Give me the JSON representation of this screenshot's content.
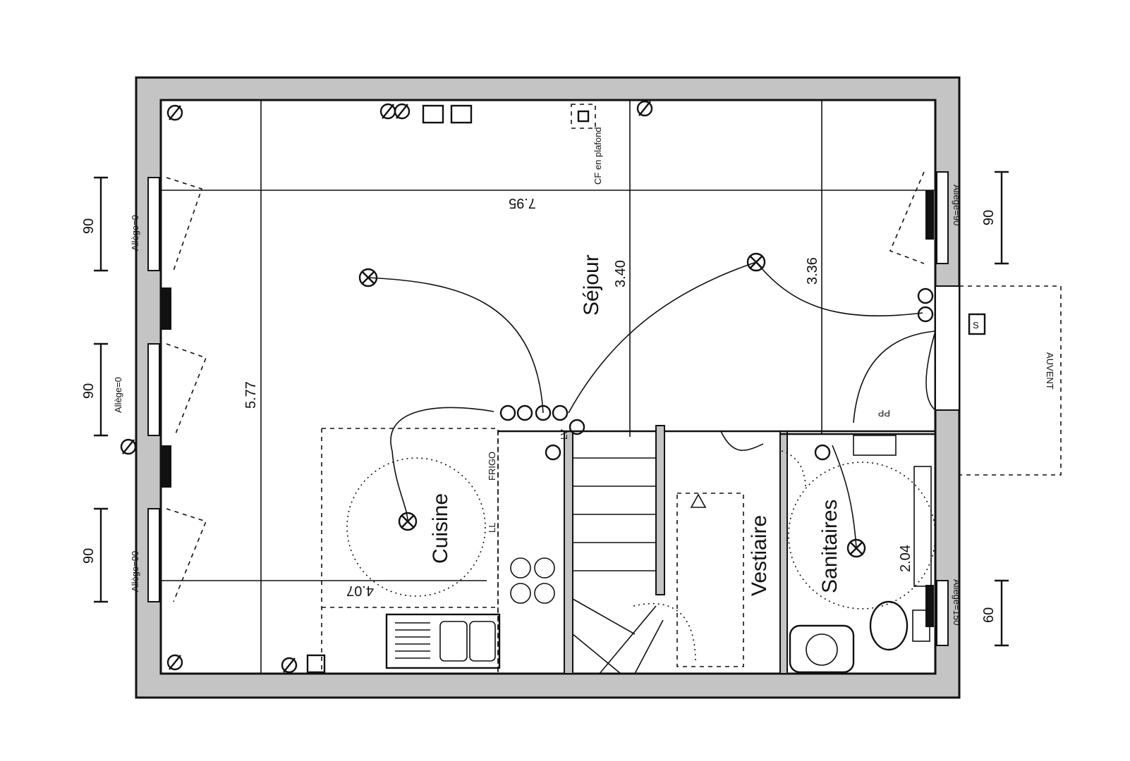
{
  "rooms": {
    "sejour": "Séjour",
    "cuisine": "Cuisine",
    "vestiaire": "Vestiaire",
    "sanitaires": "Sanitaires"
  },
  "dimensions": {
    "d_7_95": "7.95",
    "d_5_77": "5.77",
    "d_3_40": "3.40",
    "d_3_36": "3.36",
    "d_2_04": "2.04",
    "d_4_07": "4.07",
    "w_left_1": "90",
    "w_left_2": "90",
    "w_left_3": "90",
    "w_right_1": "90",
    "w_right_2": "60"
  },
  "allege": {
    "left_1": "Allège=0",
    "left_2": "Allège=0",
    "left_3": "Allège=90",
    "right_1": "Allège=90",
    "right_2": "Allège=150"
  },
  "labels": {
    "auvent": "AUVENT",
    "frigo": "FRIGO",
    "ll": "LL",
    "lv": "LV",
    "pp": "PP",
    "cf": "CF en plafond",
    "s_mark": "S"
  },
  "colors": {
    "wall_fill": "#c4c4c4",
    "ink": "#111111"
  }
}
